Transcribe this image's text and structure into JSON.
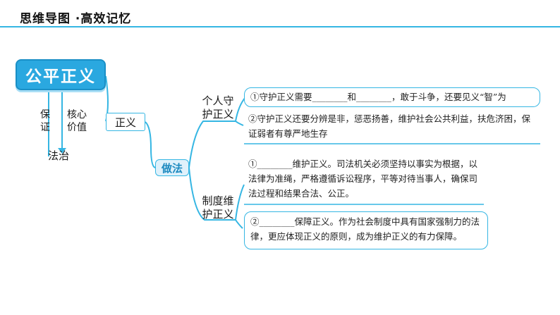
{
  "header": {
    "title": "思维导图 ·高效记忆"
  },
  "root": {
    "label": "公平正义"
  },
  "left_links": {
    "guarantee": "保证",
    "core_value": "核心价值",
    "rule_of_law": "法治"
  },
  "nodes": {
    "justice": "正义",
    "methods": "做法"
  },
  "branches": [
    {
      "label": "个人守护正义",
      "items": [
        "①守护正义需要________和________，敢于斗争，还要见义“智”为",
        "②守护正义还要分辨是非，惩恶扬善，维护社会公共利益，扶危济困，保证弱者有尊严地生存"
      ]
    },
    {
      "label": "制度维护正义",
      "items": [
        "①________维护正义。司法机关必须坚持以事实为根据，以法律为准绳，严格遵循诉讼程序，平等对待当事人，确保司法过程和结果合法、公正。",
        "②________保障正义。作为社会制度中具有国家强制力的法律，更应体现正义的原则，成为维护正义的有力保障。"
      ]
    }
  ],
  "colors": {
    "accent": "#2aa8e0",
    "line": "#35b6e3"
  }
}
